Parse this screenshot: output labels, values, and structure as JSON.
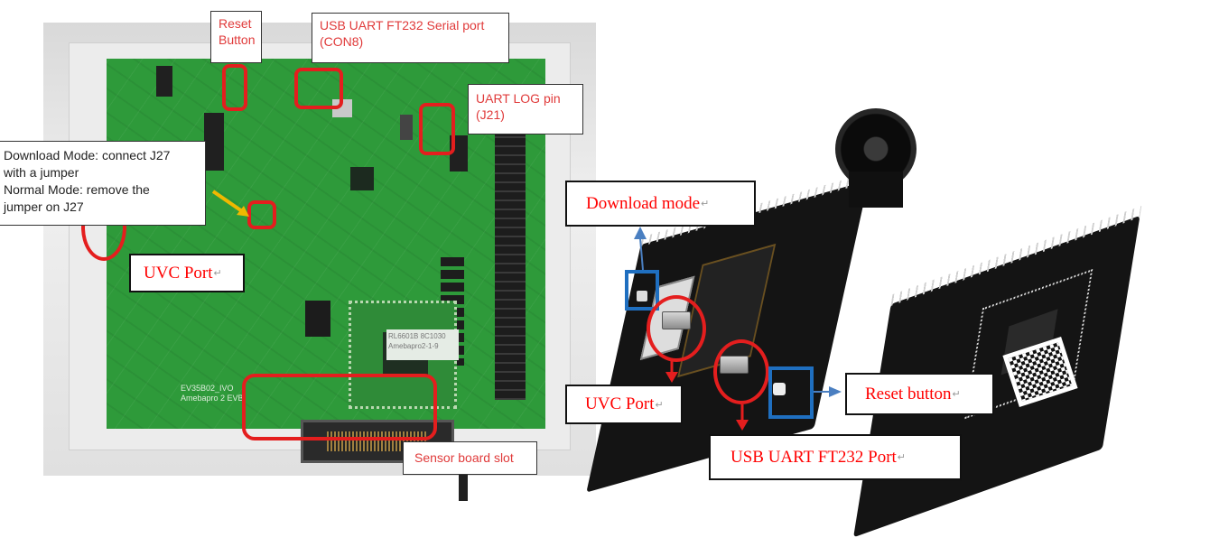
{
  "left_figure": {
    "subject": "AmebaPro 2 EVB board photo",
    "board_silkscreen": [
      "EV35B02_IVO",
      "Amebapro 2 EVB"
    ],
    "sticker_text": [
      "RL6601B 8C1030",
      "Amebapro2-1-9"
    ],
    "callouts": {
      "reset_button": [
        "Reset",
        "Button"
      ],
      "usb_uart": [
        "USB UART FT232 Serial port",
        "(CON8)"
      ],
      "uart_log": [
        "UART  LOG  pin",
        "(J21)"
      ],
      "download_mode": [
        "Download Mode: connect J27",
        "with a jumper",
        "Normal  Mode:  remove  the",
        "jumper on J27"
      ],
      "uvc_port": "UVC Port",
      "sensor_slot": "Sensor board slot"
    }
  },
  "right_figure": {
    "subject": "AmebaPro 2 mini dev board photos",
    "callouts": {
      "download_mode": "Download mode",
      "uvc_port": "UVC Port",
      "reset_button": "Reset button",
      "usb_uart": "USB UART FT232 Port"
    }
  },
  "paragraph_mark": "↵",
  "colors": {
    "callout_red": "#ff0000",
    "highlight_ring": "#e41e1e",
    "highlight_blue": "#1f6fc0",
    "pcb_green": "#2e9a3a"
  }
}
